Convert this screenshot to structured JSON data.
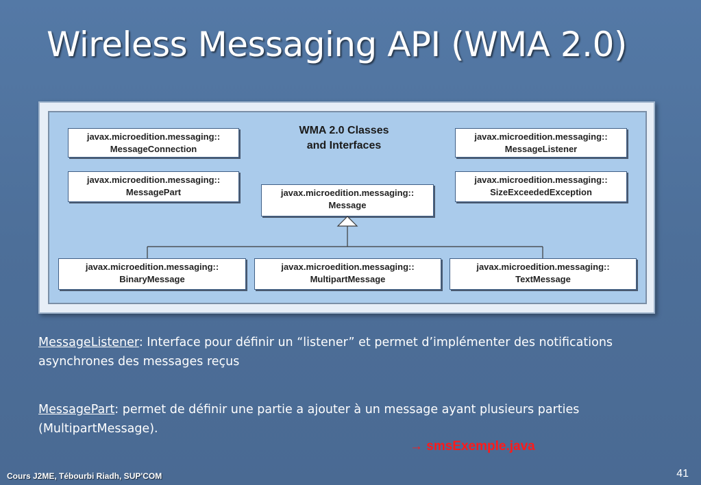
{
  "slide": {
    "title": "Wireless Messaging API (WMA 2.0)",
    "footer": "Cours J2ME, Tébourbi Riadh, SUP'COM",
    "number": "41"
  },
  "diagram": {
    "heading_line1": "WMA 2.0 Classes",
    "heading_line2": "and Interfaces",
    "package": "javax.microedition.messaging::",
    "classes": {
      "message_connection": "MessageConnection",
      "message_part": "MessagePart",
      "message": "Message",
      "message_listener": "MessageListener",
      "size_exceeded_exception": "SizeExceededException",
      "binary_message": "BinaryMessage",
      "multipart_message": "MultipartMessage",
      "text_message": "TextMessage"
    }
  },
  "notes": [
    {
      "term": "MessageListener",
      "text": ": Interface pour définir un “listener” et permet d’implémenter des notifications asynchrones des messages reçus"
    },
    {
      "term": "MessagePart",
      "text": ":  permet de définir une partie a ajouter à un message ayant plusieurs parties (MultipartMessage)."
    }
  ],
  "reference": {
    "arrow": "→",
    "filename": "smsExemple.java"
  },
  "colors": {
    "background": "#4d6f99",
    "diagram_bg": "#aacbeb",
    "reference": "#ff1a1a"
  }
}
